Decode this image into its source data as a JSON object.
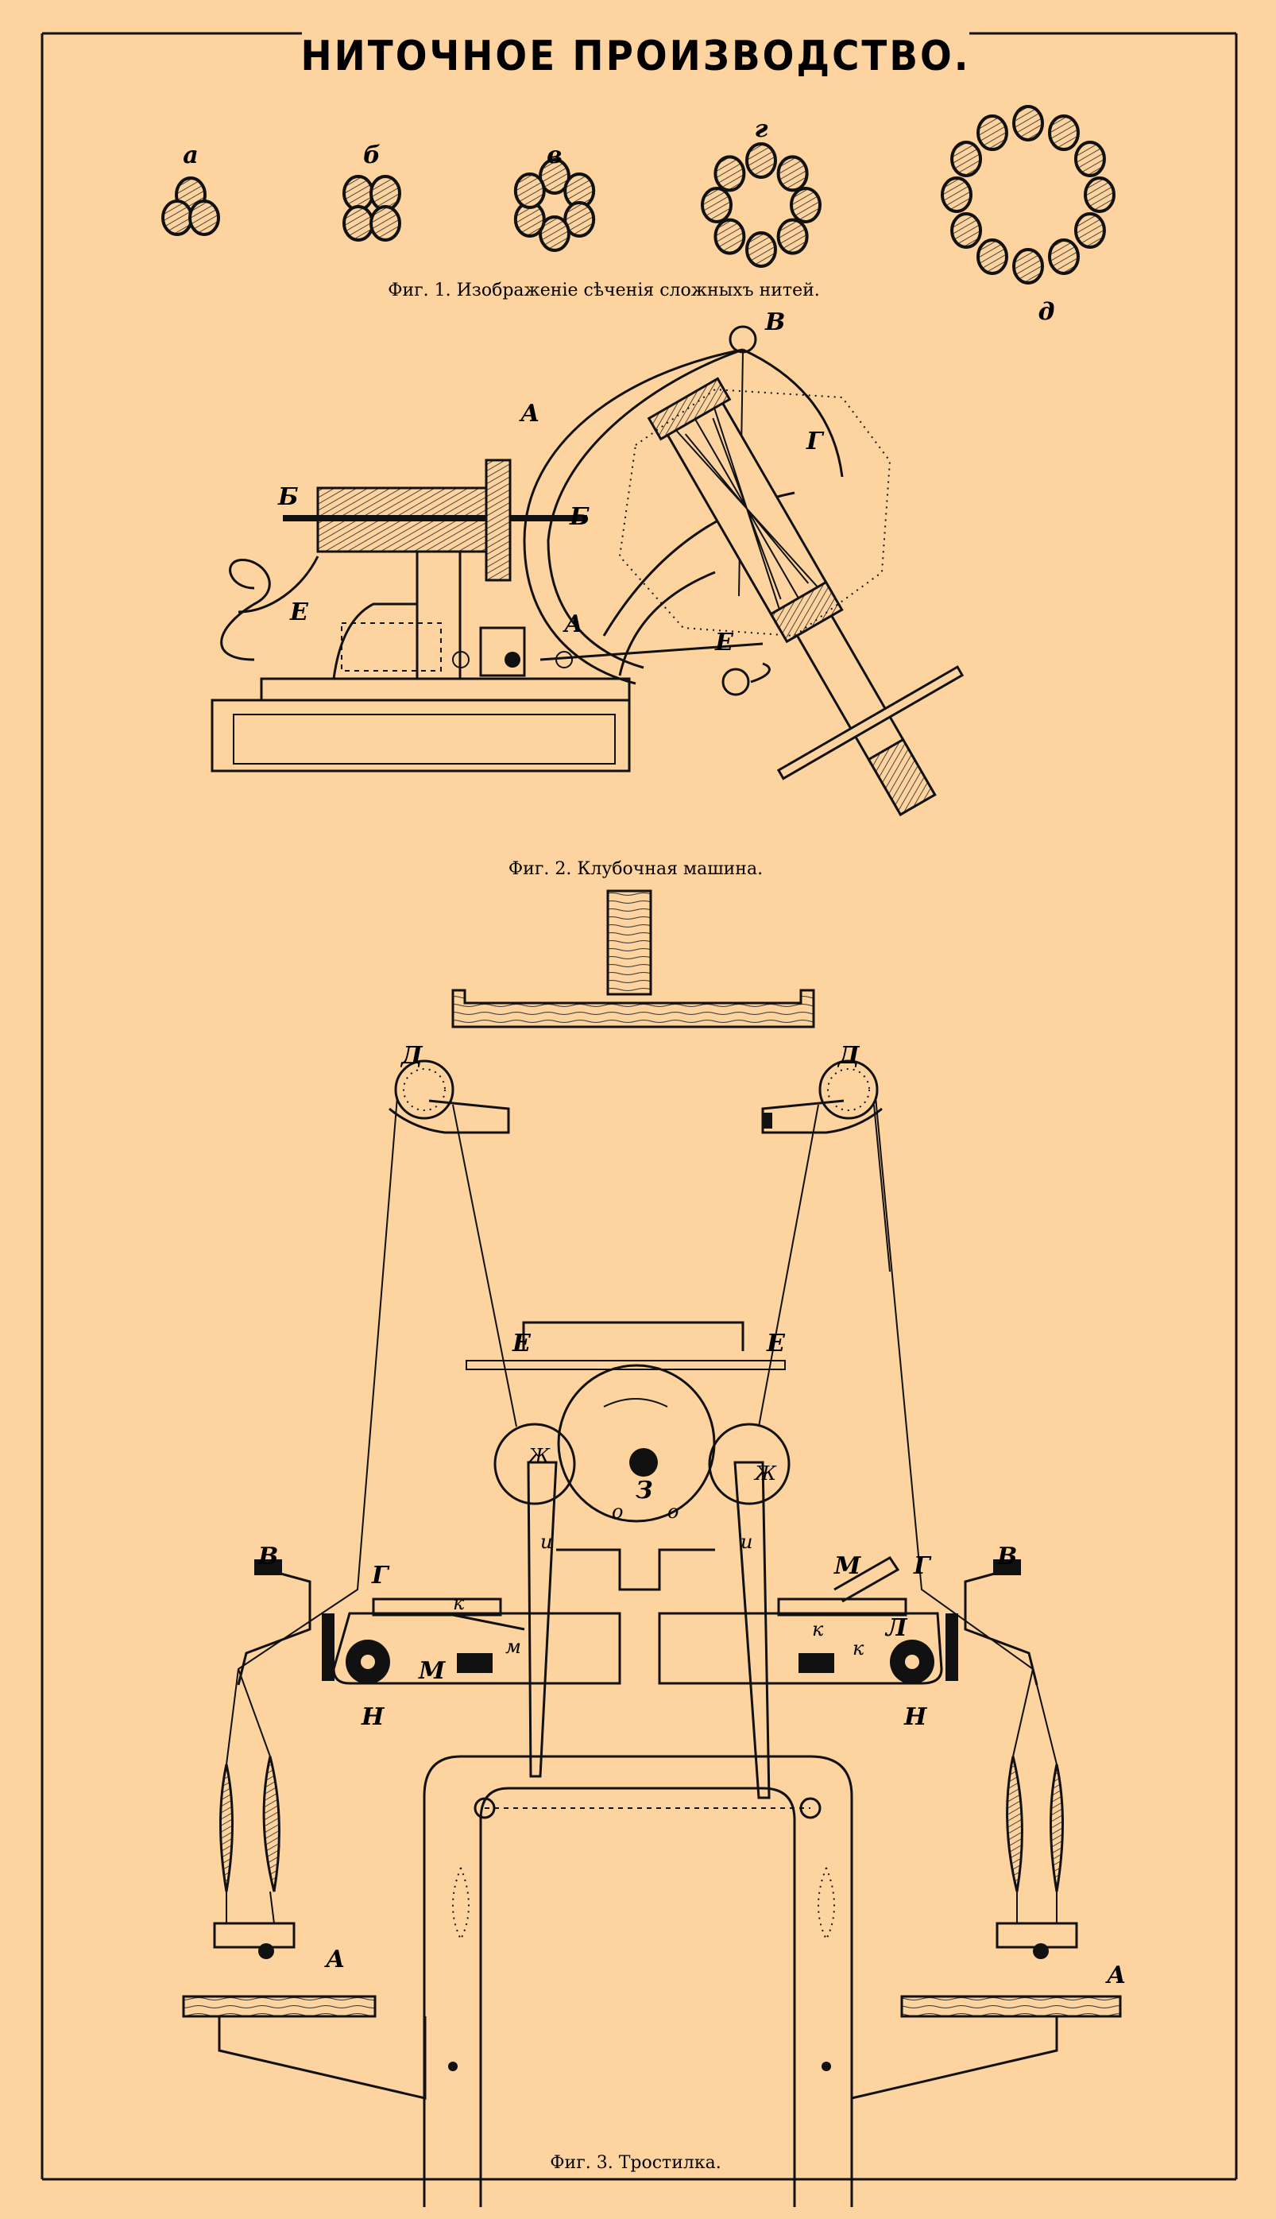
{
  "title": "НИТОЧНОЕ ПРОИЗВОДСТВО.",
  "fig1": {
    "caption": "Фиг. 1. Изображеніе сѣченія сложныхъ нитей.",
    "labels": [
      "а",
      "б",
      "в",
      "г",
      "д"
    ]
  },
  "fig2": {
    "caption": "Фиг. 2. Клубочная машина.",
    "labels": {
      "v": "В",
      "a1": "А",
      "a2": "А",
      "b1": "Б",
      "b2": "Б",
      "g": "Г",
      "e1": "Е",
      "e2": "Е"
    }
  },
  "fig3": {
    "caption": "Фиг. 3. Тростилка.",
    "labels": {
      "d1": "Д",
      "d2": "Д",
      "e1": "Е",
      "e2": "Е",
      "zh1": "Ж",
      "zh2": "Ж",
      "z": "З",
      "o1": "о",
      "o2": "о",
      "i1": "и",
      "i2": "и",
      "v1": "В",
      "g1": "Г",
      "k1": "к",
      "m1": "м",
      "M1": "М",
      "n1": "Н",
      "a1": "А",
      "v2": "В",
      "g2": "Г",
      "M2": "М",
      "k2": "к",
      "k3": "к",
      "l2": "Л",
      "n2": "Н",
      "a2": "А"
    }
  }
}
